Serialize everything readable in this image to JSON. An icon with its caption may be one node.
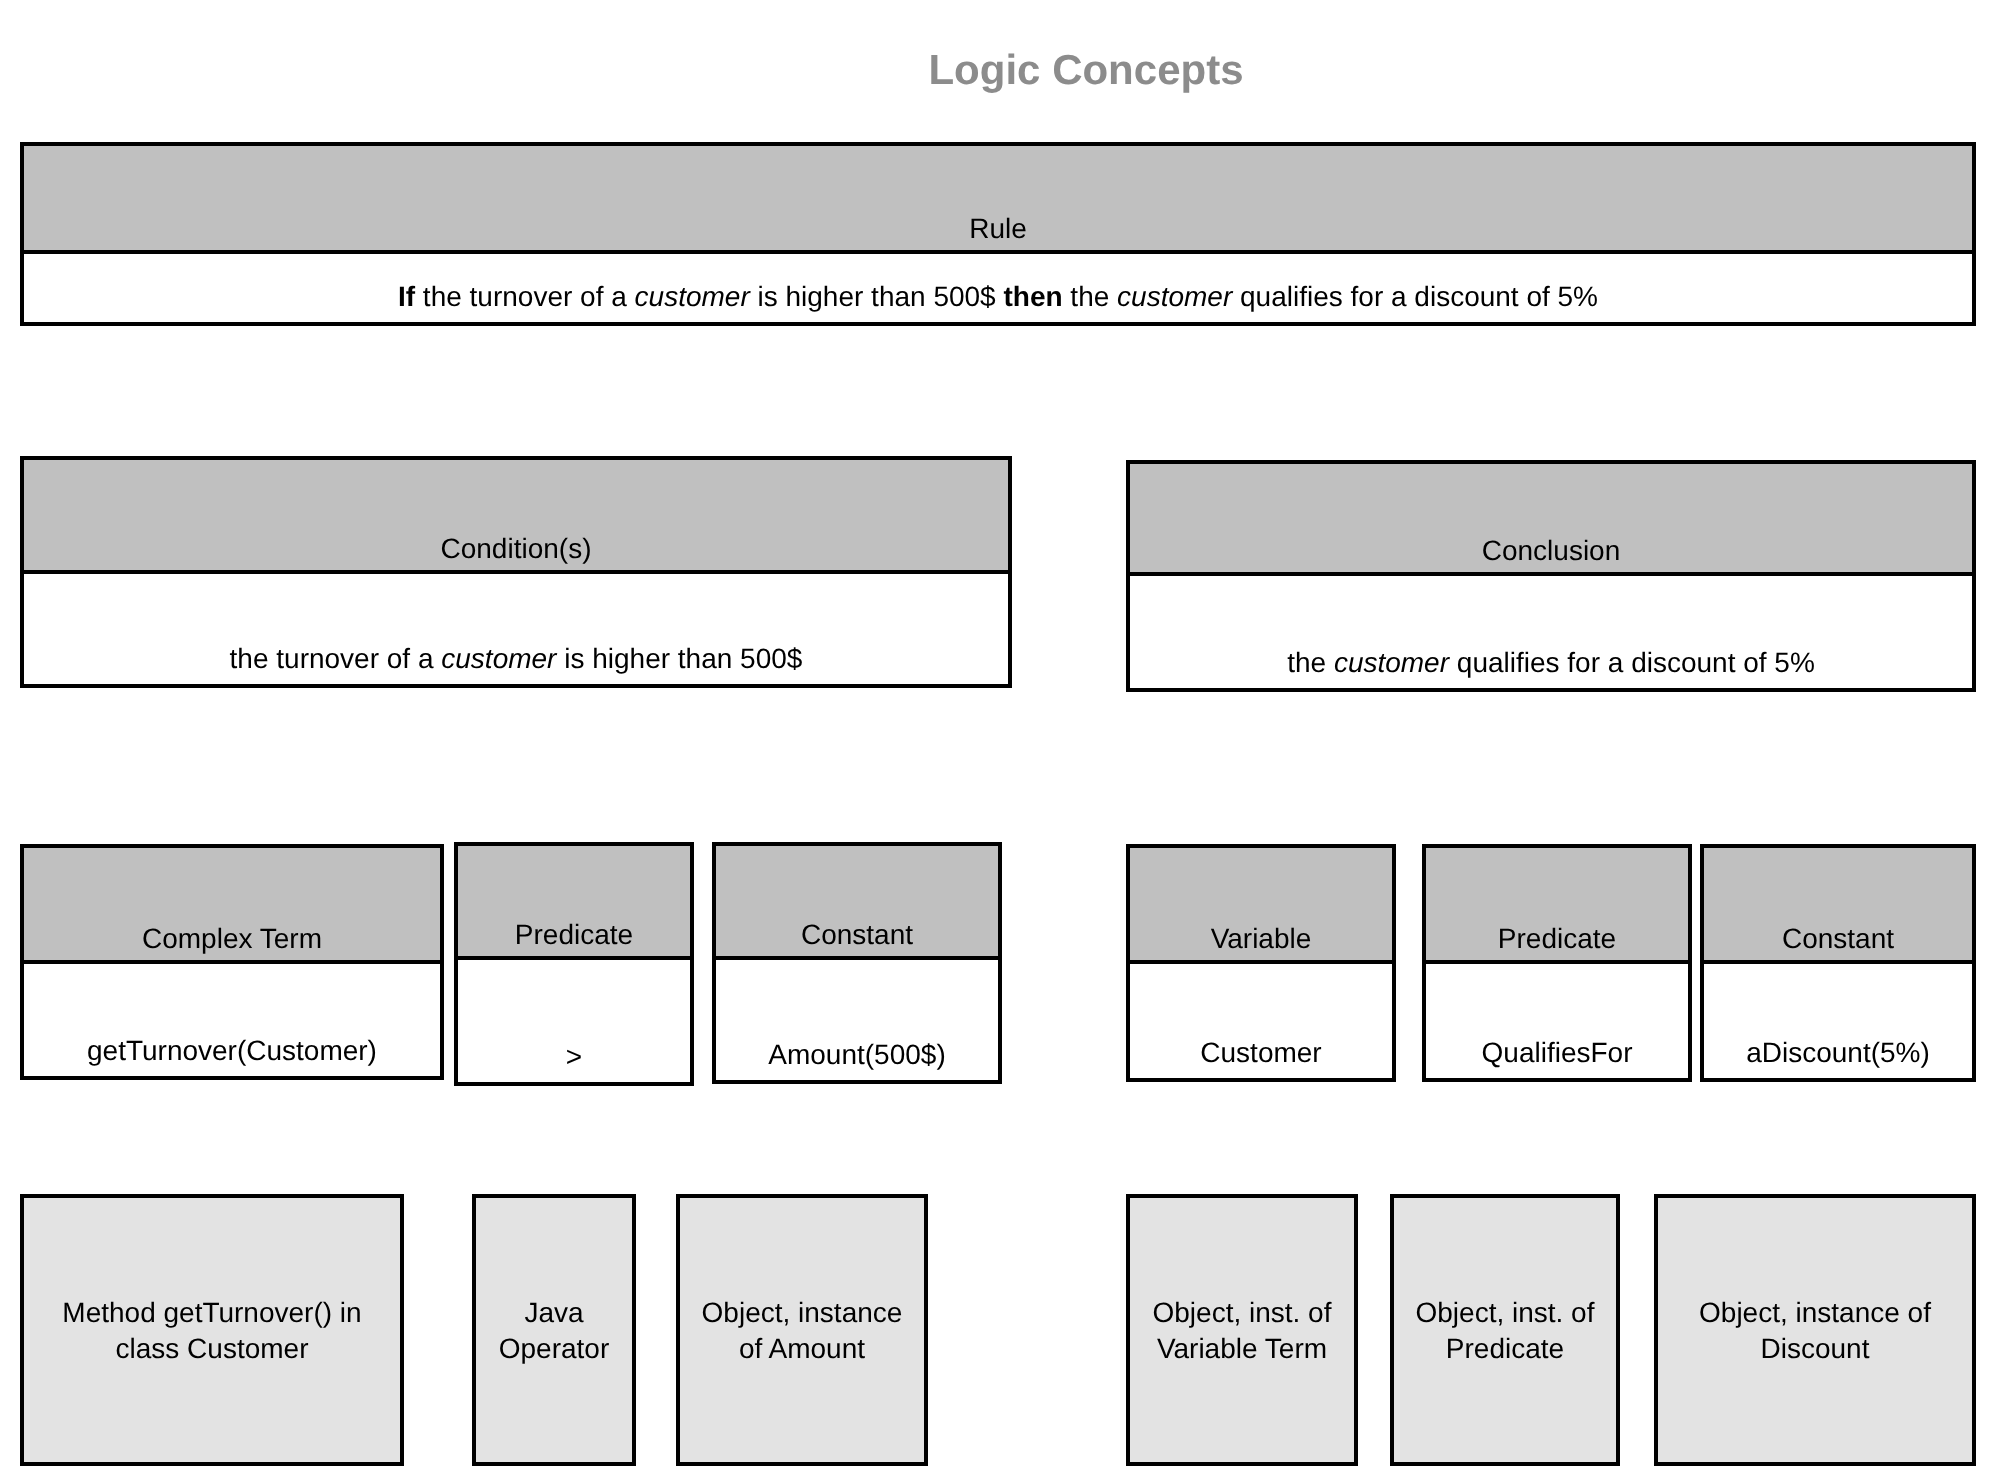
{
  "diagram": {
    "title": "Logic Concepts",
    "nodes": [
      {
        "text": [
          "Rule",
          "**If** the turnover of a *customer* is higher than 500$ **then** the *customer* qualifies for a discount of 5%"
        ]
      },
      {
        "text": [
          "Condition(s)",
          "the turnover of a *customer* is higher than 500$"
        ]
      },
      {
        "text": [
          "Conclusion",
          "the *customer* qualifies for a discount of 5%"
        ]
      },
      {
        "text": [
          "Complex Term",
          "getTurnover(Customer)"
        ]
      },
      {
        "text": [
          "Predicate",
          ">"
        ]
      },
      {
        "text": [
          "Constant",
          "Amount(500$)"
        ]
      },
      {
        "text": [
          "Variable",
          "Customer"
        ]
      },
      {
        "text": [
          "Predicate",
          "QualifiesFor"
        ]
      },
      {
        "text": [
          "Constant",
          "aDiscount(5%)"
        ]
      },
      {
        "text": [
          "Method getTurnover() in class Customer"
        ]
      },
      {
        "text": [
          "Java Operator"
        ]
      },
      {
        "text": [
          "Object, instance of Amount"
        ]
      },
      {
        "text": [
          "Object, inst. of Variable Term"
        ]
      },
      {
        "text": [
          "Object, inst. of Predicate"
        ]
      },
      {
        "text": [
          "Object, instance of Discount"
        ]
      }
    ]
  }
}
